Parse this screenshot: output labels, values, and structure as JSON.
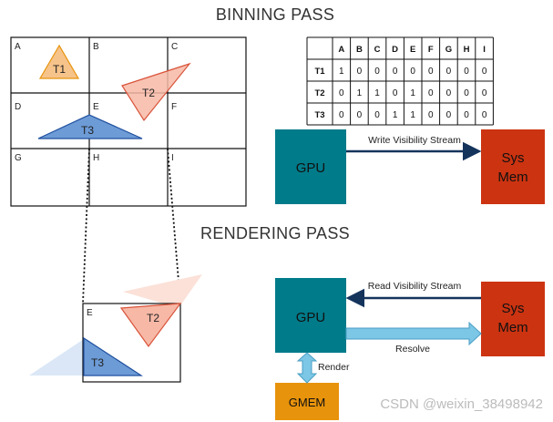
{
  "colors": {
    "gpu": "#007b8a",
    "sysmem": "#cc3311",
    "gmem": "#e8930c",
    "t1": "#f6c38a",
    "t2": "#f7b8a6",
    "t3": "#6c9bd6",
    "arrow_dark": "#14345c",
    "arrow_light": "#7cc6e6"
  },
  "binning": {
    "title": "BINNING PASS",
    "cells": [
      "A",
      "B",
      "C",
      "D",
      "E",
      "F",
      "G",
      "H",
      "I"
    ],
    "triangles": [
      "T1",
      "T2",
      "T3"
    ]
  },
  "table": {
    "columns": [
      "A",
      "B",
      "C",
      "D",
      "E",
      "F",
      "G",
      "H",
      "I"
    ],
    "rows": [
      {
        "label": "T1",
        "values": [
          "1",
          "0",
          "0",
          "0",
          "0",
          "0",
          "0",
          "0",
          "0"
        ]
      },
      {
        "label": "T2",
        "values": [
          "0",
          "1",
          "1",
          "0",
          "1",
          "0",
          "0",
          "0",
          "0"
        ]
      },
      {
        "label": "T3",
        "values": [
          "0",
          "0",
          "0",
          "1",
          "1",
          "0",
          "0",
          "0",
          "0"
        ]
      }
    ]
  },
  "top_flow": {
    "gpu": "GPU",
    "sysmem_line1": "Sys",
    "sysmem_line2": "Mem",
    "arrow": "Write Visibility Stream"
  },
  "rendering": {
    "title": "RENDERING PASS",
    "bin_label": "E",
    "t2": "T2",
    "t3": "T3"
  },
  "bottom_flow": {
    "gpu": "GPU",
    "sysmem_line1": "Sys",
    "sysmem_line2": "Mem",
    "gmem": "GMEM",
    "read_arrow": "Read Visibility Stream",
    "resolve_arrow": "Resolve",
    "render_arrow": "Render"
  },
  "watermark": "CSDN @weixin_38498942"
}
